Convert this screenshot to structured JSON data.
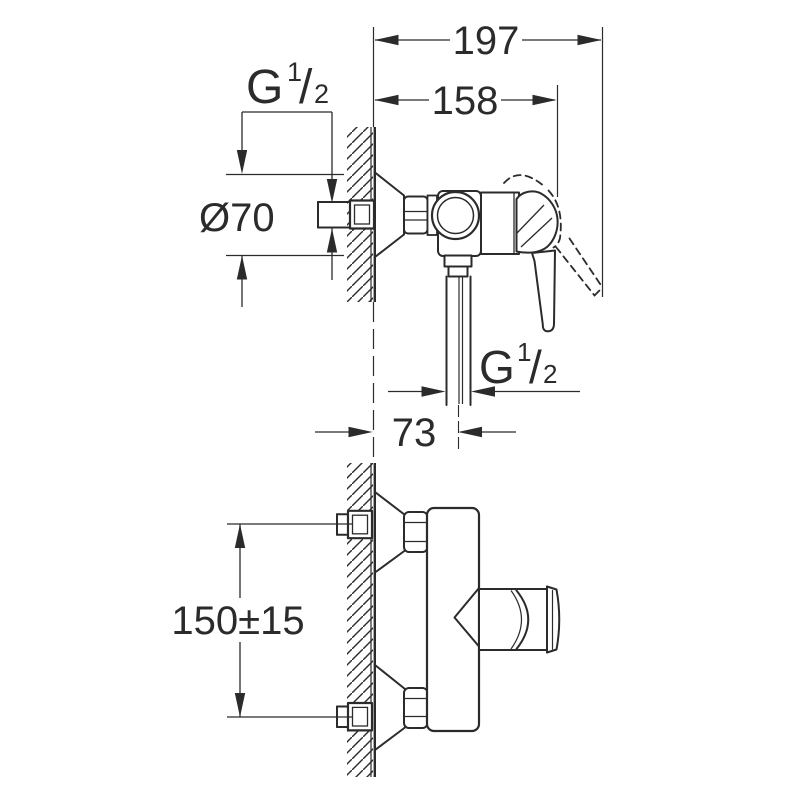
{
  "drawing": {
    "background": "#ffffff",
    "ink_color": "#2b2b2b",
    "dims": {
      "total_depth": {
        "value": "197"
      },
      "depth_to_handle": {
        "value": "158"
      },
      "inlet_thread": {
        "G": "G",
        "sup": "1",
        "slash": "/",
        "sub": "2"
      },
      "escutcheon_diameter": {
        "value": "Ø70"
      },
      "outlet_thread": {
        "G": "G",
        "sup": "1",
        "slash": "/",
        "sub": "2"
      },
      "wall_to_outlet_center": {
        "value": "73"
      },
      "inlet_spacing": {
        "value": "150±15"
      }
    }
  }
}
